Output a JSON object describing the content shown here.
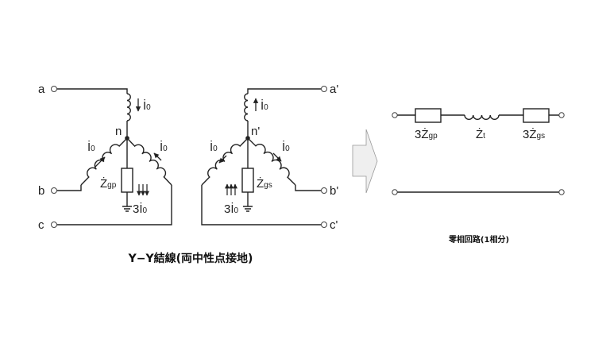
{
  "left_diagram": {
    "terminals": {
      "a": "a",
      "b": "b",
      "c": "c"
    },
    "neutral": "n",
    "current_label": "İ",
    "current_sub": "0",
    "impedance_label": "Ż",
    "impedance_sub": "gp",
    "ground_current_prefix": "3İ",
    "ground_current_sub": "0"
  },
  "right_diagram": {
    "terminals": {
      "a": "a'",
      "b": "b'",
      "c": "c'"
    },
    "neutral": "n'",
    "current_label": "İ",
    "current_sub": "0",
    "impedance_label": "Ż",
    "impedance_sub": "gs",
    "ground_current_prefix": "3İ",
    "ground_current_sub": "0"
  },
  "caption_left": "Y−Y結線(両中性点接地)",
  "zero_seq": {
    "z1_prefix": "3Ż",
    "z1_sub": "gp",
    "zt_prefix": "Ż",
    "zt_sub": "t",
    "z2_prefix": "3Ż",
    "z2_sub": "gs",
    "caption": "零相回路(1相分)"
  },
  "colors": {
    "arrow_fill": "#efefef",
    "arrow_stroke": "#999999",
    "line": "#222222"
  }
}
